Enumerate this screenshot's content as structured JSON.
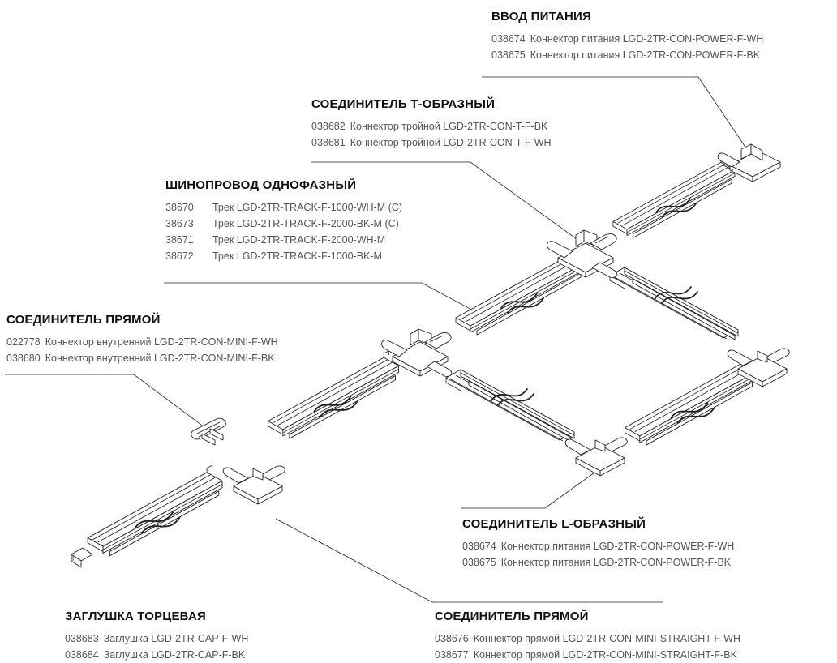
{
  "groups": {
    "power_feed": {
      "title": "ВВОД ПИТАНИЯ",
      "items": [
        {
          "code": "038674",
          "desc": "Коннектор питания LGD-2TR-CON-POWER-F-WH"
        },
        {
          "code": "038675",
          "desc": "Коннектор питания LGD-2TR-CON-POWER-F-BK"
        }
      ]
    },
    "t_connector": {
      "title": "СОЕДИНИТЕЛЬ Т-ОБРАЗНЫЙ",
      "items": [
        {
          "code": "038682",
          "desc": "Коннектор тройной LGD-2TR-CON-T-F-BK"
        },
        {
          "code": "038681",
          "desc": "Коннектор тройной LGD-2TR-CON-T-F-WH"
        }
      ]
    },
    "track": {
      "title": "ШИНОПРОВОД ОДНОФАЗНЫЙ",
      "items": [
        {
          "code": "38670",
          "desc": "Трек LGD-2TR-TRACK-F-1000-WH-M (C)"
        },
        {
          "code": "38673",
          "desc": "Трек LGD-2TR-TRACK-F-2000-BK-M (C)"
        },
        {
          "code": "38671",
          "desc": "Трек LGD-2TR-TRACK-F-2000-WH-M"
        },
        {
          "code": "38672",
          "desc": "Трек LGD-2TR-TRACK-F-1000-BK-M"
        }
      ]
    },
    "straight_inner": {
      "title": "СОЕДИНИТЕЛЬ ПРЯМОЙ",
      "items": [
        {
          "code": "022778",
          "desc": "Коннектор внутренний  LGD-2TR-CON-MINI-F-WH"
        },
        {
          "code": "038680",
          "desc": "Коннектор внутренний LGD-2TR-CON-MINI-F-BK"
        }
      ]
    },
    "l_connector": {
      "title": "СОЕДИНИТЕЛЬ L-ОБРАЗНЫЙ",
      "items": [
        {
          "code": "038674",
          "desc": "Коннектор питания LGD-2TR-CON-POWER-F-WH"
        },
        {
          "code": "038675",
          "desc": "Коннектор питания LGD-2TR-CON-POWER-F-BK"
        }
      ]
    },
    "end_cap": {
      "title": "ЗАГЛУШКА ТОРЦЕВАЯ",
      "items": [
        {
          "code": "038683",
          "desc": "Заглушка LGD-2TR-CAP-F-WH"
        },
        {
          "code": "038684",
          "desc": "Заглушка LGD-2TR-CAP-F-BK"
        }
      ]
    },
    "straight_connector": {
      "title": "СОЕДИНИТЕЛЬ ПРЯМОЙ",
      "items": [
        {
          "code": "038676",
          "desc": "Коннектор прямой LGD-2TR-CON-MINI-STRAIGHT-F-WH"
        },
        {
          "code": "038677",
          "desc": "Коннектор прямой LGD-2TR-CON-MINI-STRAIGHT-F-BK"
        }
      ]
    }
  }
}
